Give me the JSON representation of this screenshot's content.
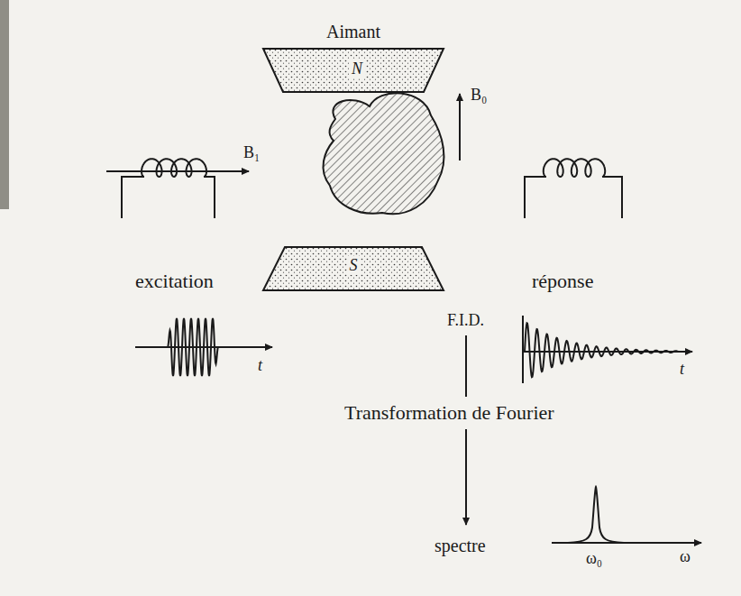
{
  "diagram": {
    "nodes": [
      {
        "text": [
          "Aimant",
          "N"
        ]
      },
      {
        "text": [
          "S"
        ]
      }
    ],
    "labels": [
      "B₁",
      "B₀",
      "excitation",
      "réponse",
      "t",
      "F.I.D.",
      "t",
      "Transformation de Fourier",
      "spectre",
      "ω₀",
      "ω"
    ]
  }
}
